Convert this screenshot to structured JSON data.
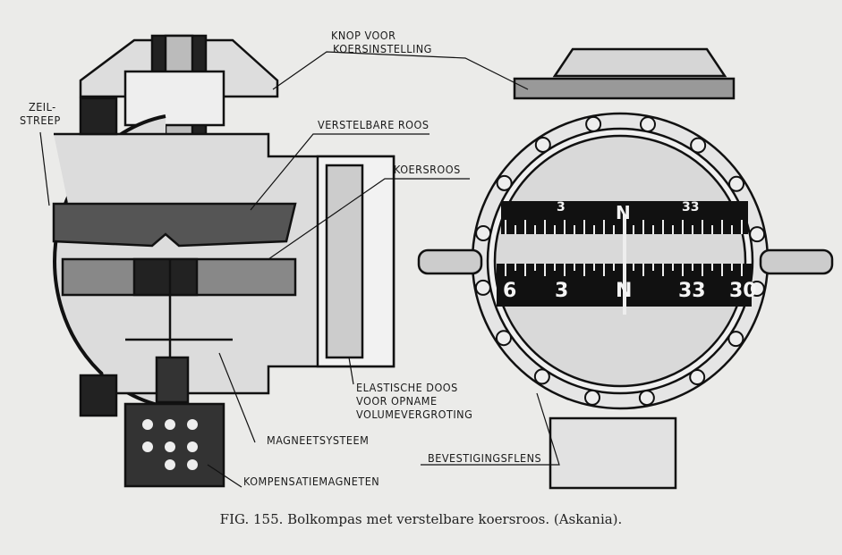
{
  "labels": {
    "knob_line1": "KNOP VOOR",
    "knob_line2": "KOERSINSTELLING",
    "zeil_line1": "ZEIL-",
    "zeil_line2": "STREEP",
    "verstelbare_roos": "VERSTELBARE ROOS",
    "koersroos": "KOERSROOS",
    "elastische_line1": "ELASTISCHE DOOS",
    "elastische_line2": "VOOR OPNAME",
    "elastische_line3": "VOLUMEVERGROTING",
    "magneetsysteem": "MAGNEETSYSTEEM",
    "kompensatiemagneten": "KOMPENSATIEMAGNETEN",
    "bevestigingsflens": "BEVESTIGINGSFLENS"
  },
  "compass_scale": {
    "upper": [
      "3",
      "N",
      "33"
    ],
    "lower": [
      "6",
      "3",
      "N",
      "33",
      "30"
    ]
  },
  "caption": "FIG. 155. Bolkompas met verstelbare koersroos. (Askania)."
}
